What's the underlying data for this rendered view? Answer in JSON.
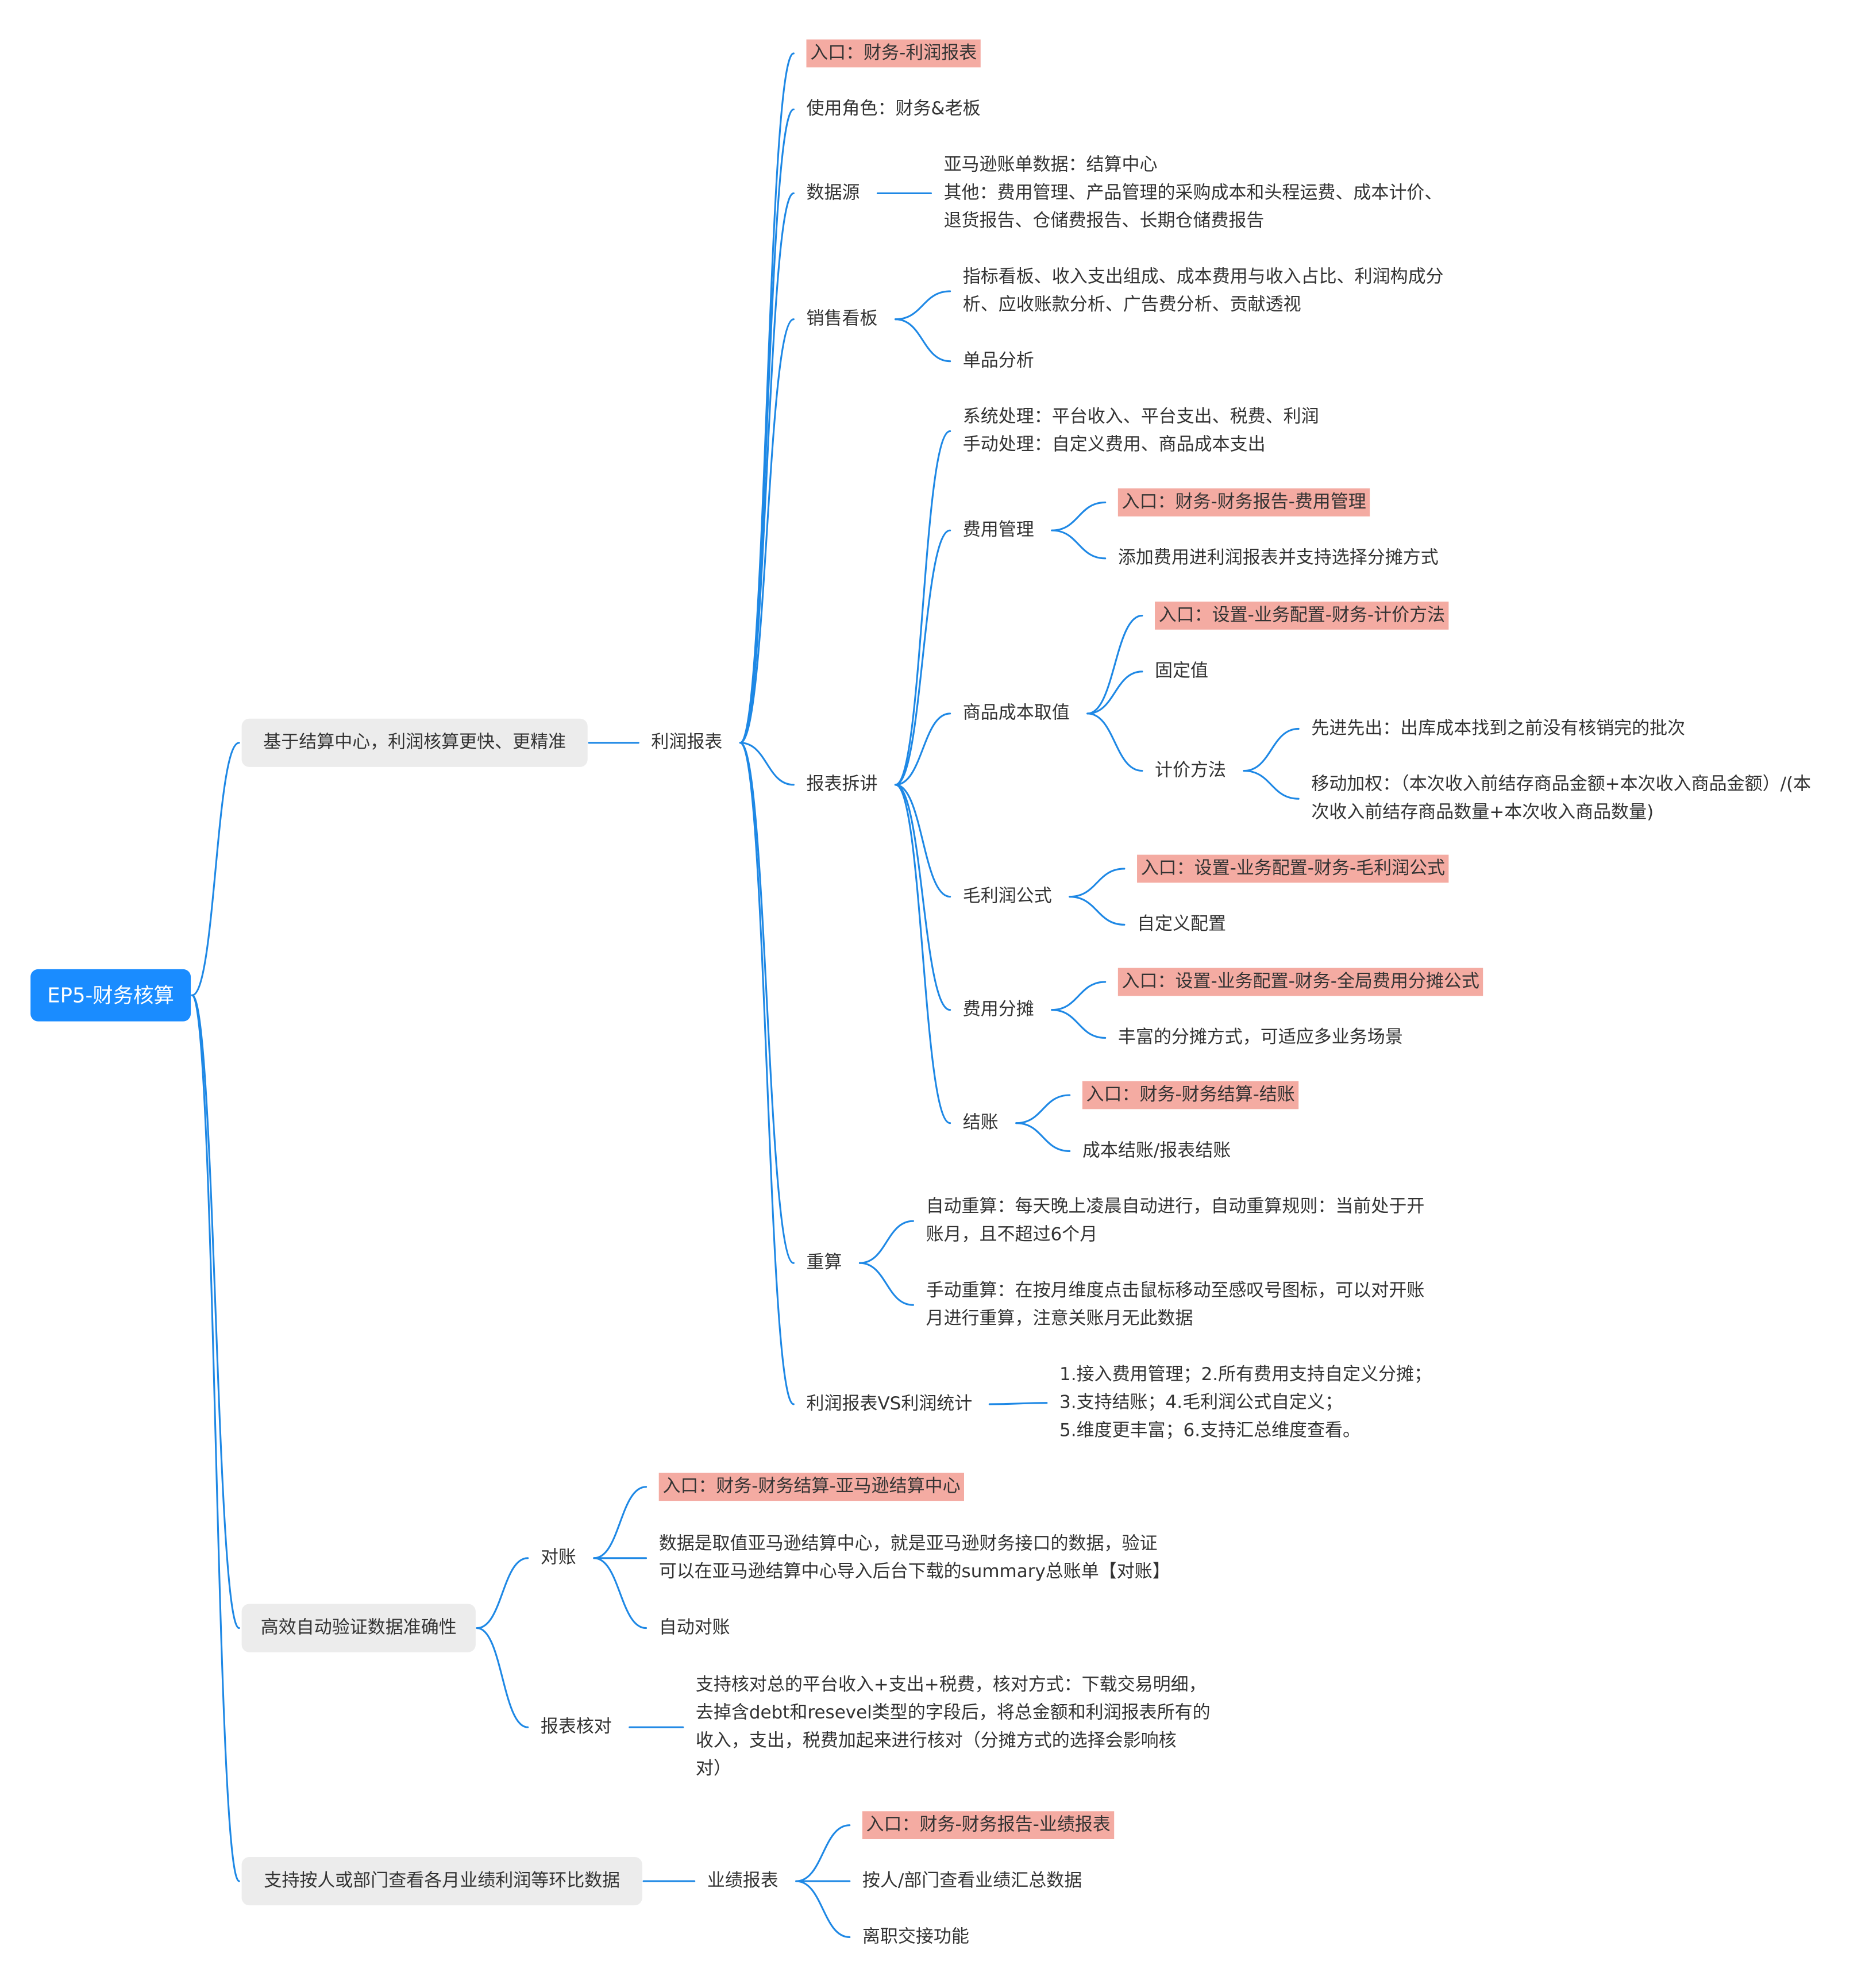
{
  "colors": {
    "connector": "#1e88e5",
    "root_fill": "#1a8cff",
    "root_text": "#ffffff",
    "topic_fill": "#ececec",
    "entry_highlight": "#f4aba2",
    "text": "#333333"
  },
  "root": {
    "label": "EP5-财务核算"
  },
  "settlement": {
    "label": "基于结算中心，利润核算更快、更精准",
    "profit_report": {
      "label": "利润报表",
      "entry": "入口：财务-利润报表",
      "roles": "使用角色：财务&老板",
      "data_source": {
        "label": "数据源",
        "lines": [
          "亚马逊账单数据：结算中心",
          "其他：费用管理、产品管理的采购成本和头程运费、成本计价、",
          "退货报告、仓储费报告、长期仓储费报告"
        ]
      },
      "sales_board": {
        "label": "销售看板",
        "metrics": [
          "指标看板、收入支出组成、成本费用与收入占比、利润构成分",
          "析、应收账款分析、广告费分析、贡献透视"
        ],
        "single_item": "单品分析"
      },
      "breakdown": {
        "label": "报表拆讲",
        "processing": [
          "系统处理：平台收入、平台支出、税费、利润",
          "手动处理：自定义费用、商品成本支出"
        ],
        "expense_mgmt": {
          "label": "费用管理",
          "entry": "入口：财务-财务报告-费用管理",
          "desc": "添加费用进利润报表并支持选择分摊方式"
        },
        "product_cost": {
          "label": "商品成本取值",
          "entry": "入口：设置-业务配置-财务-计价方法",
          "fixed": "固定值",
          "pricing": {
            "label": "计价方法",
            "fifo": "先进先出：出库成本找到之前没有核销完的批次",
            "moving_avg": [
              "移动加权：（本次收入前结存商品金额+本次收入商品金额）/(本",
              "次收入前结存商品数量+本次收入商品数量)"
            ]
          }
        },
        "gross_formula": {
          "label": "毛利润公式",
          "entry": "入口：设置-业务配置-财务-毛利润公式",
          "custom": "自定义配置"
        },
        "allocation": {
          "label": "费用分摊",
          "entry": "入口：设置-业务配置-财务-全局费用分摊公式",
          "desc": "丰富的分摊方式，可适应多业务场景"
        },
        "closing": {
          "label": "结账",
          "entry": "入口：财务-财务结算-结账",
          "desc": "成本结账/报表结账"
        }
      },
      "recalc": {
        "label": "重算",
        "auto": [
          "自动重算：每天晚上凌晨自动进行，自动重算规则：当前处于开",
          "账月，且不超过6个月"
        ],
        "manual": [
          "手动重算：在按月维度点击鼠标移动至感叹号图标，可以对开账",
          "月进行重算，注意关账月无此数据"
        ]
      },
      "comparison": {
        "label": "利润报表VS利润统计",
        "lines": [
          "1.接入费用管理；2.所有费用支持自定义分摊；",
          "3.支持结账；4.毛利润公式自定义；",
          "5.维度更丰富；6.支持汇总维度查看。"
        ]
      }
    }
  },
  "validation": {
    "label": "高效自动验证数据准确性",
    "reconcile": {
      "label": "对账",
      "entry": "入口：财务-财务结算-亚马逊结算中心",
      "desc": [
        "数据是取值亚马逊结算中心，就是亚马逊财务接口的数据，验证",
        "可以在亚马逊结算中心导入后台下载的summary总账单【对账】"
      ],
      "auto": "自动对账"
    },
    "report_check": {
      "label": "报表核对",
      "lines": [
        "支持核对总的平台收入+支出+税费，核对方式：下载交易明细，",
        "去掉含debt和resevel类型的字段后，将总金额和利润报表所有的",
        "收入，支出，税费加起来进行核对（分摊方式的选择会影响核",
        "对）"
      ]
    }
  },
  "performance": {
    "label": "支持按人或部门查看各月业绩利润等环比数据",
    "report": {
      "label": "业绩报表",
      "entry": "入口：财务-财务报告-业绩报表",
      "by_person": "按人/部门查看业绩汇总数据",
      "handover": "离职交接功能"
    }
  }
}
